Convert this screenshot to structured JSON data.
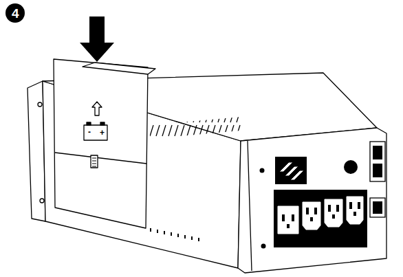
{
  "diagram": {
    "labels": [
      "4",
      "-",
      "+"
    ]
  }
}
